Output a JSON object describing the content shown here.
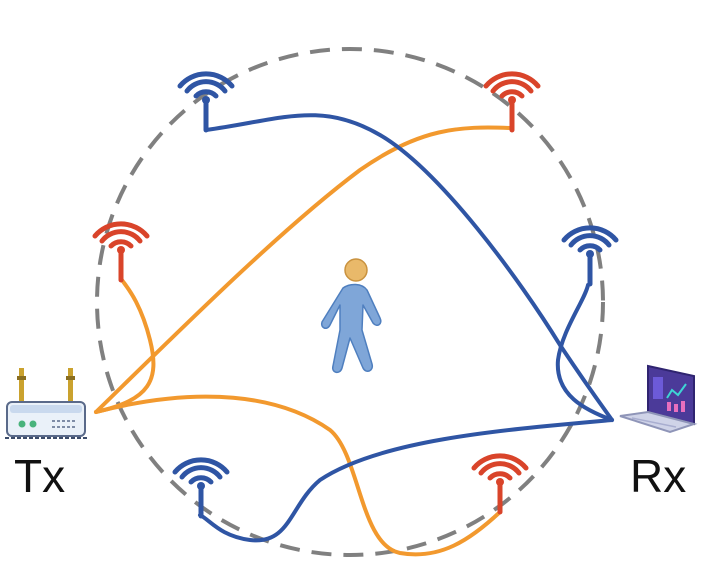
{
  "labels": {
    "tx": "Tx",
    "rx": "Rx"
  },
  "colors": {
    "blue_path": "#2f55a4",
    "orange_path": "#f2992e",
    "red_antenna": "#d9442a",
    "blue_antenna": "#2f55a4",
    "circle": "#808080",
    "person_body": "#7fa6d8",
    "person_head": "#e9b96a"
  },
  "icons": {
    "transmitter": "router-icon",
    "receiver": "laptop-icon",
    "person": "walking-person-icon",
    "antenna": "antenna-icon"
  },
  "antennas": [
    {
      "color": "blue"
    },
    {
      "color": "red"
    },
    {
      "color": "red"
    },
    {
      "color": "blue"
    },
    {
      "color": "blue"
    },
    {
      "color": "red"
    }
  ]
}
